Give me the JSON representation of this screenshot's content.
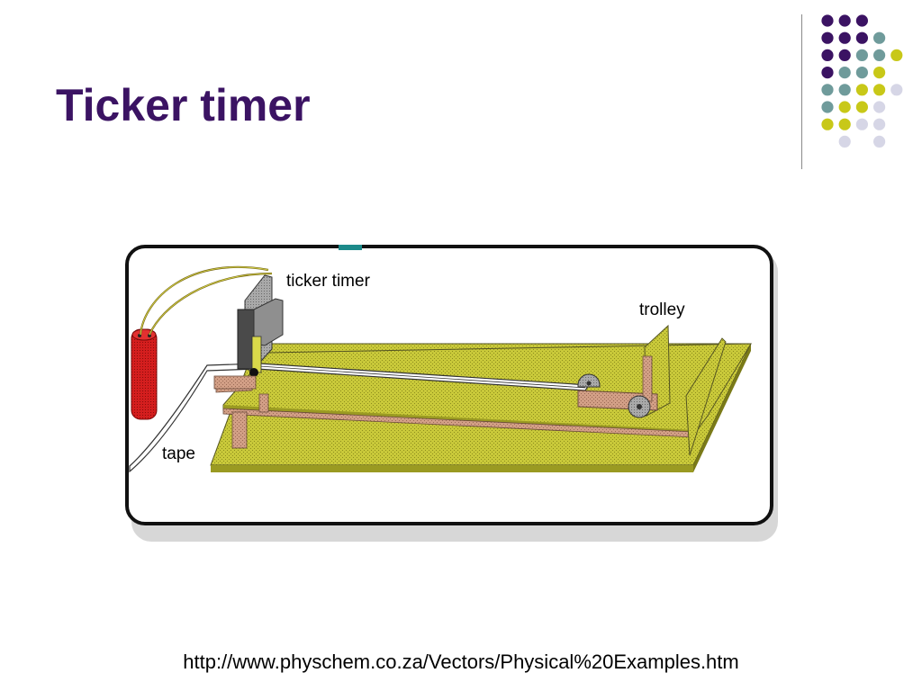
{
  "slide": {
    "title": "Ticker timer",
    "source_url": "http://www.physchem.co.za/Vectors/Physical%20Examples.htm"
  },
  "diagram": {
    "labels": {
      "ticker_timer": "ticker timer",
      "trolley": "trolley",
      "tape": "tape"
    }
  },
  "colors": {
    "title": "#3b1363",
    "dot_purple": "#3b1363",
    "dot_teal": "#6f9b9b",
    "dot_yellow": "#c8c818",
    "dot_lavender": "#d6d6e6",
    "board": "#c9c93a",
    "wood": "#c8967a",
    "battery": "#d41e1e"
  },
  "decoration": {
    "dot_grid": [
      [
        "purple",
        "purple",
        "purple",
        "",
        ""
      ],
      [
        "purple",
        "purple",
        "purple",
        "teal",
        ""
      ],
      [
        "purple",
        "purple",
        "teal",
        "teal",
        "yellow"
      ],
      [
        "purple",
        "teal",
        "teal",
        "yellow",
        ""
      ],
      [
        "teal",
        "teal",
        "yellow",
        "yellow",
        "lavender"
      ],
      [
        "teal",
        "yellow",
        "yellow",
        "lavender",
        ""
      ],
      [
        "yellow",
        "yellow",
        "lavender",
        "lavender",
        ""
      ],
      [
        "",
        "lavender",
        "",
        "lavender",
        ""
      ]
    ]
  }
}
